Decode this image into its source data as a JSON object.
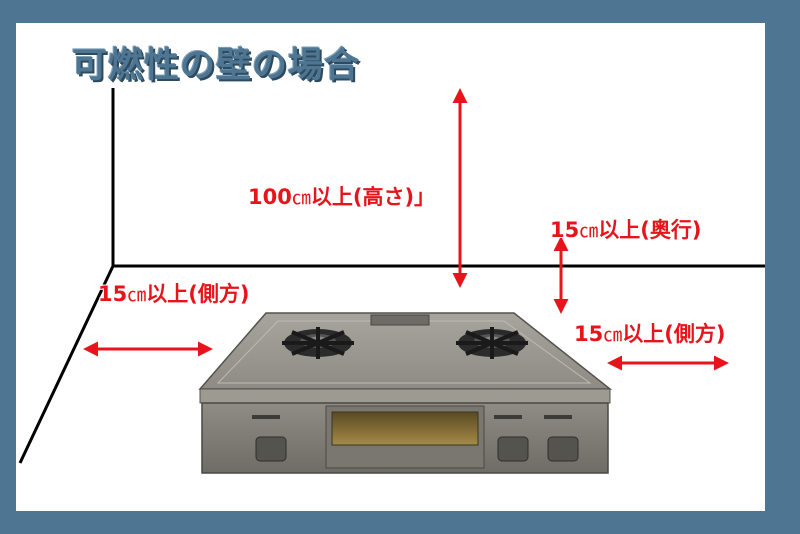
{
  "title": "可燃性の壁の場合",
  "labels": {
    "height": {
      "num": "100",
      "unit": "㎝",
      "text": "以上(高さ)」"
    },
    "depth": {
      "num": "15",
      "unit": "㎝",
      "text": "以上(奥行)"
    },
    "side_left": {
      "num": "15",
      "unit": "㎝",
      "text": "以上(側方)"
    },
    "side_right": {
      "num": "15",
      "unit": "㎝",
      "text": "以上(側方)"
    }
  },
  "colors": {
    "background": "#4e7692",
    "title": "#4e7692",
    "arrow": "#e8141b",
    "wall_line": "#000000",
    "stove_body": "#8a877f"
  },
  "icons": {
    "stove": "gas-stove-illustration"
  }
}
